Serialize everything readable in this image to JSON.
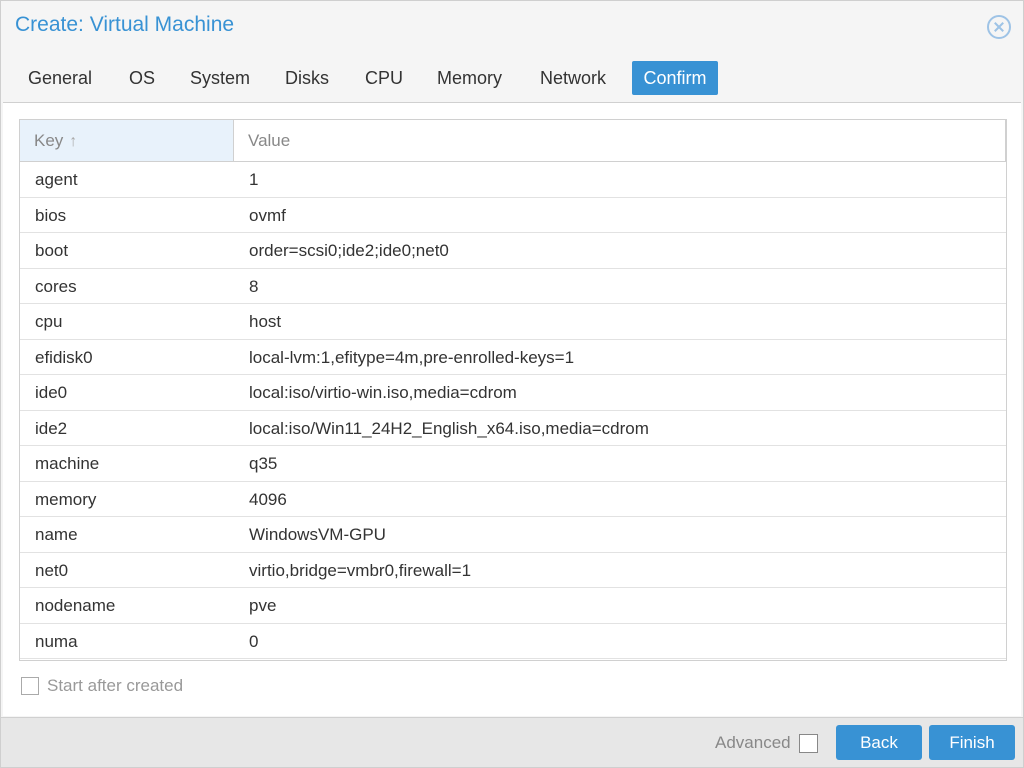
{
  "window": {
    "title": "Create: Virtual Machine"
  },
  "tabs": [
    {
      "label": "General"
    },
    {
      "label": "OS"
    },
    {
      "label": "System"
    },
    {
      "label": "Disks"
    },
    {
      "label": "CPU"
    },
    {
      "label": "Memory"
    },
    {
      "label": "Network"
    },
    {
      "label": "Confirm",
      "active": true
    }
  ],
  "grid": {
    "headers": {
      "key": "Key",
      "value": "Value"
    },
    "sort_icon": "arrow-up-icon",
    "rows": [
      {
        "key": "agent",
        "value": "1"
      },
      {
        "key": "bios",
        "value": "ovmf"
      },
      {
        "key": "boot",
        "value": "order=scsi0;ide2;ide0;net0"
      },
      {
        "key": "cores",
        "value": "8"
      },
      {
        "key": "cpu",
        "value": "host"
      },
      {
        "key": "efidisk0",
        "value": "local-lvm:1,efitype=4m,pre-enrolled-keys=1"
      },
      {
        "key": "ide0",
        "value": "local:iso/virtio-win.iso,media=cdrom"
      },
      {
        "key": "ide2",
        "value": "local:iso/Win11_24H2_English_x64.iso,media=cdrom"
      },
      {
        "key": "machine",
        "value": "q35"
      },
      {
        "key": "memory",
        "value": "4096"
      },
      {
        "key": "name",
        "value": "WindowsVM-GPU"
      },
      {
        "key": "net0",
        "value": "virtio,bridge=vmbr0,firewall=1"
      },
      {
        "key": "nodename",
        "value": "pve"
      },
      {
        "key": "numa",
        "value": "0"
      }
    ]
  },
  "start_after_created": {
    "label": "Start after created",
    "checked": false
  },
  "footer": {
    "advanced_label": "Advanced",
    "advanced_checked": false,
    "back_label": "Back",
    "finish_label": "Finish"
  },
  "colors": {
    "accent": "#3892d4",
    "header_key_bg": "#e8f2fb"
  }
}
